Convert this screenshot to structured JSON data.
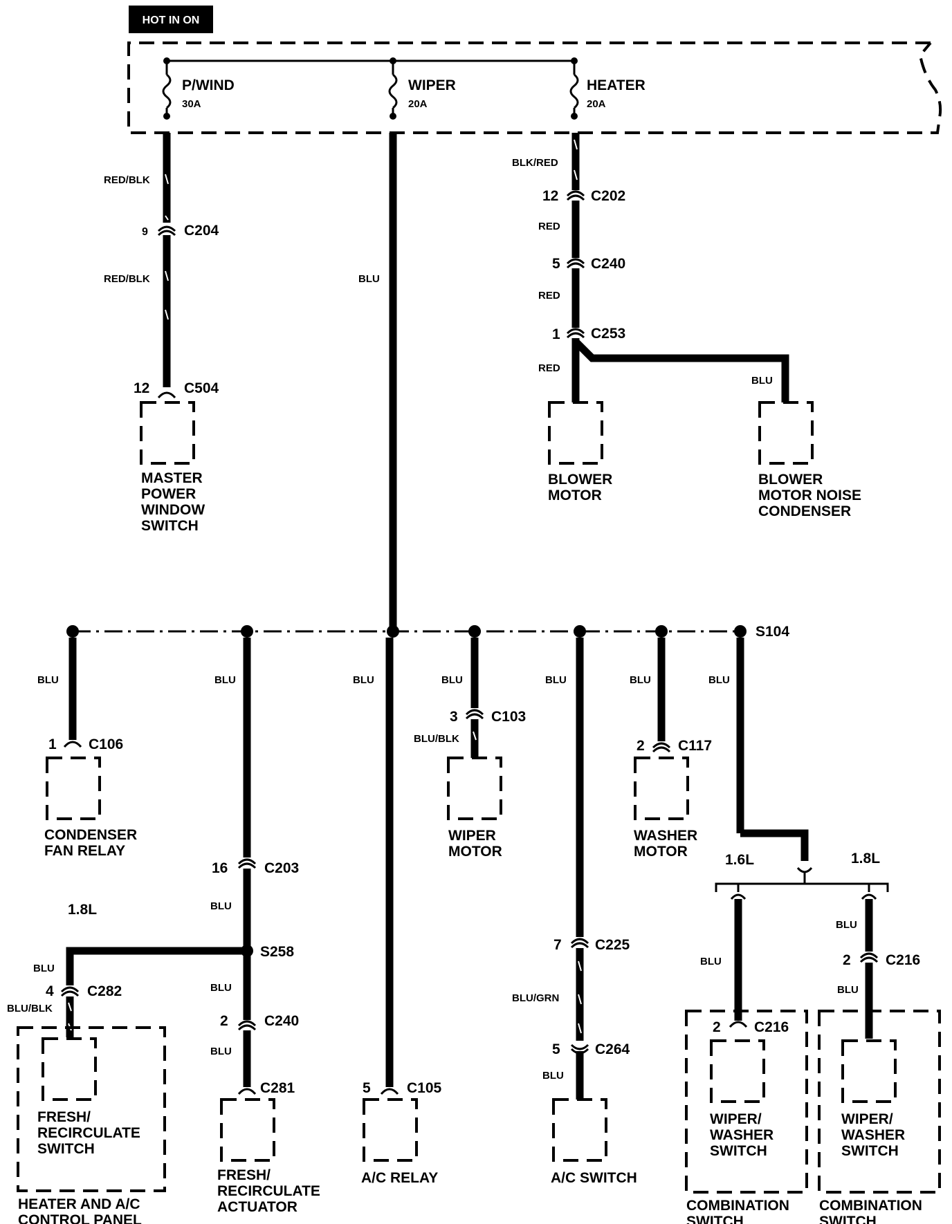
{
  "header": {
    "hot_label": "HOT IN ON"
  },
  "fuses": [
    {
      "name": "P/WIND",
      "rating": "30A"
    },
    {
      "name": "WIPER",
      "rating": "20A"
    },
    {
      "name": "HEATER",
      "rating": "20A"
    }
  ],
  "wires": {
    "red_blk": "RED/BLK",
    "blu": "BLU",
    "blk_red": "BLK/RED",
    "red": "RED",
    "blu_blk": "BLU/BLK",
    "blu_grn": "BLU/GRN"
  },
  "connectors": {
    "c204": "C204",
    "c504": "C504",
    "c202": "C202",
    "c240": "C240",
    "c253": "C253",
    "c106": "C106",
    "c103": "C103",
    "c117": "C117",
    "c203": "C203",
    "c282": "C282",
    "c281": "C281",
    "c105": "C105",
    "c225": "C225",
    "c264": "C264",
    "c216": "C216"
  },
  "pins": {
    "p9": "9",
    "p12": "12",
    "p5": "5",
    "p1": "1",
    "p3": "3",
    "p2": "2",
    "p16": "16",
    "p4": "4",
    "p7": "7"
  },
  "splices": {
    "s104": "S104",
    "s258": "S258"
  },
  "engine_variants": {
    "v16": "1.6L",
    "v18": "1.8L"
  },
  "components": {
    "master_power_window_switch": [
      "MASTER",
      "POWER",
      "WINDOW",
      "SWITCH"
    ],
    "blower_motor": [
      "BLOWER",
      "MOTOR"
    ],
    "blower_motor_noise_condenser": [
      "BLOWER",
      "MOTOR NOISE",
      "CONDENSER"
    ],
    "condenser_fan_relay": [
      "CONDENSER",
      "FAN RELAY"
    ],
    "wiper_motor": [
      "WIPER",
      "MOTOR"
    ],
    "washer_motor": [
      "WASHER",
      "MOTOR"
    ],
    "fresh_recirculate_switch": [
      "FRESH/",
      "RECIRCULATE",
      "SWITCH"
    ],
    "heater_ac_control_panel": [
      "HEATER AND A/C",
      "CONTROL PANEL"
    ],
    "fresh_recirculate_actuator": [
      "FRESH/",
      "RECIRCULATE",
      "ACTUATOR"
    ],
    "ac_relay": [
      "A/C RELAY"
    ],
    "ac_switch": [
      "A/C SWITCH"
    ],
    "wiper_washer_switch": [
      "WIPER/",
      "WASHER",
      "SWITCH"
    ],
    "combination_switch": [
      "COMBINATION",
      "SWITCH"
    ]
  }
}
